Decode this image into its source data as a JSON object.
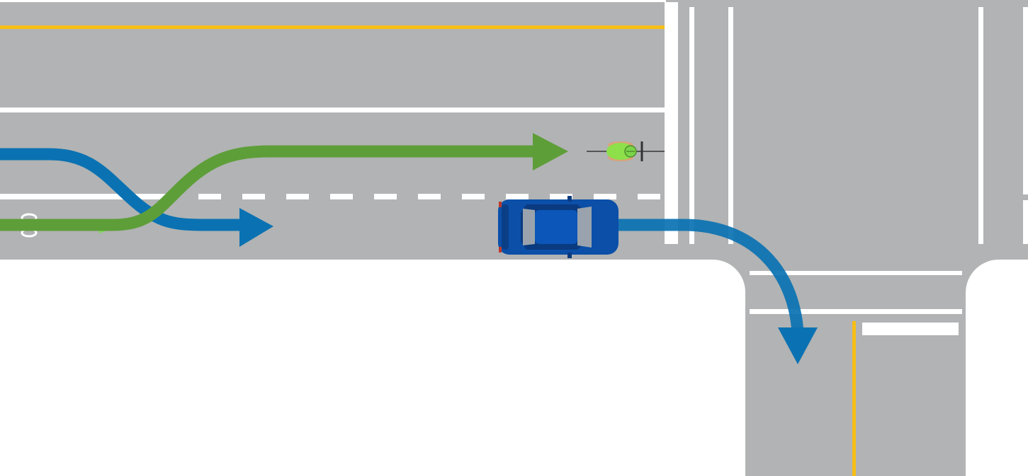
{
  "colors": {
    "road": "#b1b3b4",
    "background": "#ffffff",
    "lane_marking": "#ffffff",
    "center_line": "#f7be16",
    "bike_path": "#5e9e39",
    "bike_symbol_arrow": "#7ed957",
    "car_path": "#0a72b2",
    "car_body": "#0b4fa8",
    "car_glass": "#9aa3ad",
    "cyclist_jersey": "#8ee04a"
  },
  "icons": {
    "bike_lane_symbol": "bicycle-lane-marking-icon",
    "bike_lane_arrow": "bike-lane-arrow-icon",
    "car": "car-icon",
    "cyclist": "cyclist-icon"
  },
  "paths": {
    "cyclist_path": "bike-path-arrow",
    "car_path_merge": "car-merge-arrow",
    "car_path_turn": "car-right-turn-arrow"
  }
}
